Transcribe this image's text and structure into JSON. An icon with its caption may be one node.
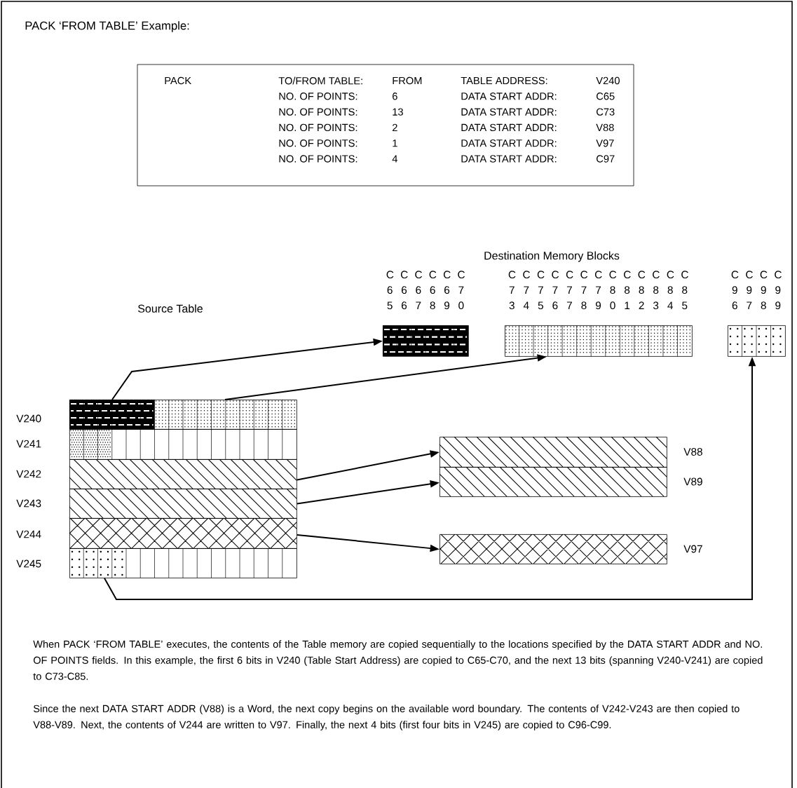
{
  "diagram": {
    "title": "PACK ‘FROM TABLE’ Example:",
    "nodes": [
      {
        "text": [
          "PACK",
          "TO/FROM TABLE:",
          "FROM",
          "TABLE ADDRESS:",
          "V240",
          "NO. OF POINTS:",
          "6",
          "DATA START ADDR:",
          "C65",
          "NO. OF POINTS:",
          "13",
          "DATA START ADDR:",
          "C73",
          "NO. OF POINTS:",
          "2",
          "DATA START ADDR:",
          "V88",
          "NO. OF POINTS:",
          "1",
          "DATA START ADDR:",
          "V97",
          "NO. OF POINTS:",
          "4",
          "DATA START ADDR:",
          "C97"
        ]
      },
      {
        "text": [],
        "shape": "bar"
      },
      {
        "text": [],
        "shape": "bar"
      },
      {
        "text": [],
        "shape": "bar"
      },
      {
        "text": [],
        "shape": "bar"
      },
      {
        "text": [],
        "shape": "bar"
      },
      {
        "text": [],
        "shape": "bar"
      },
      {
        "text": [],
        "shape": "bar",
        "beside": [
          "C 6 5",
          "C 6 6",
          "C 6 7",
          "C 6 8",
          "C 6 9",
          "C 7 0"
        ]
      },
      {
        "text": [],
        "shape": "bar",
        "beside": [
          "C 7 3",
          "C 7 4",
          "C 7 5",
          "C 7 6",
          "C 7 7",
          "C 7 8",
          "C 7 9",
          "C 8 0",
          "C 8 1",
          "C 8 2",
          "C 8 3",
          "C 8 4",
          "C 8 5"
        ]
      },
      {
        "text": [],
        "shape": "bar",
        "beside": [
          "C 9 6",
          "C 9 7",
          "C 9 8",
          "C 9 9"
        ]
      },
      {
        "text": [],
        "shape": "bar",
        "beside": [
          "V88"
        ]
      },
      {
        "text": [],
        "shape": "bar",
        "beside": [
          "V89"
        ]
      },
      {
        "text": [],
        "shape": "bar",
        "beside": [
          "V97"
        ]
      }
    ],
    "edges": [
      {
        "from": 1,
        "to": 7,
        "arrow": "to"
      },
      {
        "from": 1,
        "to": 8,
        "arrow": "to"
      },
      {
        "from": 3,
        "to": 10,
        "arrow": "to"
      },
      {
        "from": 4,
        "to": 11,
        "arrow": "to"
      },
      {
        "from": 5,
        "to": 12,
        "arrow": "to"
      },
      {
        "from": 6,
        "to": 9,
        "arrow": "to"
      }
    ],
    "labels": [
      "Destination Memory Blocks",
      "Source Table",
      "V240",
      "V241",
      "V242",
      "V243",
      "V244",
      "V245",
      "When PACK ‘FROM TABLE’ executes, the contents of the Table memory are copied sequentially to the locations specified by the DATA START ADDR and NO. OF POINTS fields. In this example, the first 6 bits in V240 (Table Start Address) are copied to C65-C70, and the next 13 bits (spanning V240-V241) are copied to C73-C85.",
      "Since the next DATA START ADDR (V88) is a Word, the next copy begins on the available word boundary. The contents of V242-V243 are then copied to V88-V89. Next, the contents of V244 are written to V97. Finally, the next 4 bits (first four bits in V245) are copied to C96-C99."
    ]
  }
}
